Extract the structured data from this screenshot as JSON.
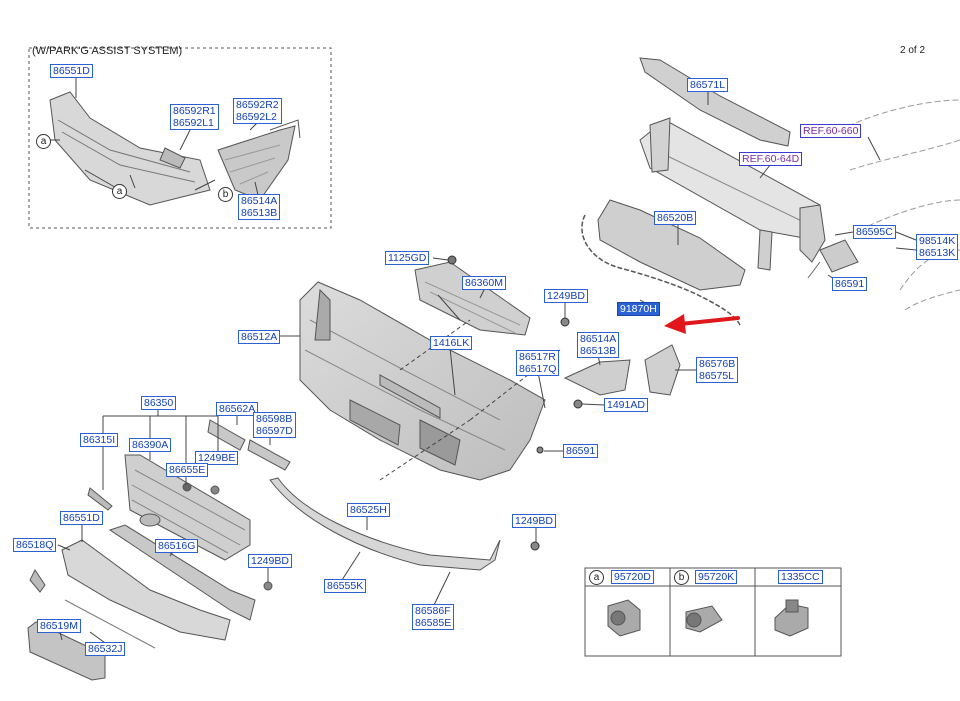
{
  "header": {
    "subtitle": "(W/PARK'G ASSIST SYSTEM)",
    "page": "2 of 2"
  },
  "callouts": {
    "a": "a",
    "b": "b"
  },
  "parts": {
    "p86551D_top": "86551D",
    "p86592R1": "86592R1",
    "p86592L1": "86592L1",
    "p86592R2": "86592R2",
    "p86592L2": "86592L2",
    "p86514A_top": "86514A",
    "p86513B_top": "86513B",
    "p86571L": "86571L",
    "ref60660": "REF.60-660",
    "ref6064D": "REF.60-64D",
    "p86520B": "86520B",
    "p86595C": "86595C",
    "p98514K": "98514K",
    "p86513K": "86513K",
    "p86591_right": "86591",
    "p91870H": "91870H",
    "p1125GD": "1125GD",
    "p86360M": "86360M",
    "p1249BD_a": "1249BD",
    "p86512A": "86512A",
    "p1416LK": "1416LK",
    "p86517R": "86517R",
    "p86517Q": "86517Q",
    "p86514A_mid": "86514A",
    "p86513B_mid": "86513B",
    "p86576B": "86576B",
    "p86575L": "86575L",
    "p1491AD": "1491AD",
    "p86591_mid": "86591",
    "p86350": "86350",
    "p86562A": "86562A",
    "p86598B": "86598B",
    "p86597D": "86597D",
    "p86315I": "86315I",
    "p86390A": "86390A",
    "p1249BE": "1249BE",
    "p86655E": "86655E",
    "p86551D_bot": "86551D",
    "p86518Q": "86518Q",
    "p86516G": "86516G",
    "p1249BD_b": "1249BD",
    "p86525H": "86525H",
    "p1249BD_c": "1249BD",
    "p86555K": "86555K",
    "p86586F": "86586F",
    "p86585E": "86585E",
    "p86519M": "86519M",
    "p86532J": "86532J"
  },
  "legend": {
    "a_letter": "a",
    "a_part": "95720D",
    "b_letter": "b",
    "b_part": "95720K",
    "c_part": "1335CC"
  },
  "colors": {
    "label_border": "#2a62d6",
    "label_text": "#1240b8",
    "selected_fill": "#2a62d6",
    "arrow": "#e0181b",
    "ref_text": "#7b2aa8"
  }
}
